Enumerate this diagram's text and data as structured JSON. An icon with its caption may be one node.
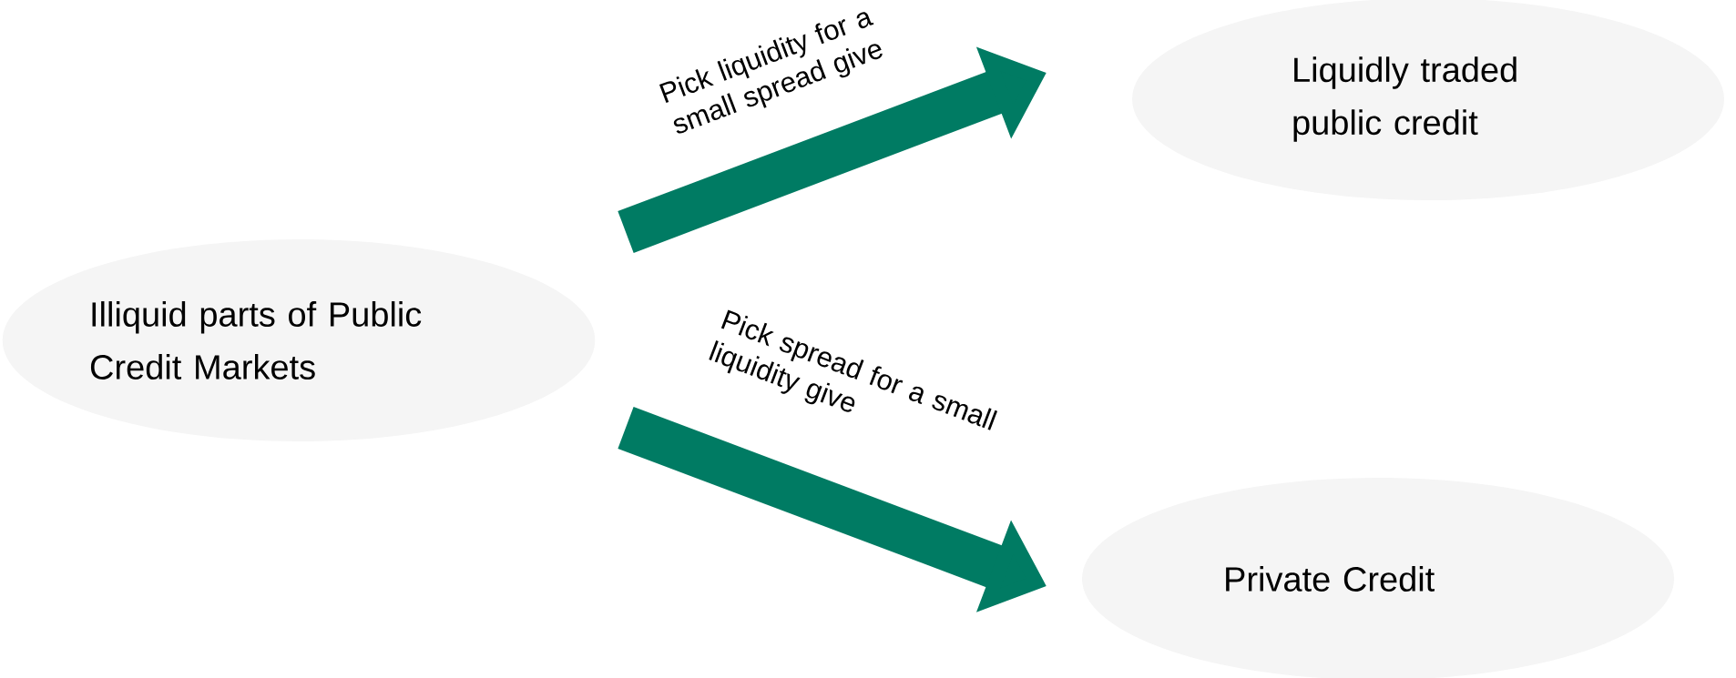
{
  "diagram": {
    "nodes": [
      {
        "text": [
          "Illiquid parts of Public Credit Markets"
        ]
      },
      {
        "text": [
          "Liquidly traded public credit"
        ]
      },
      {
        "text": [
          "Private Credit"
        ]
      }
    ],
    "edges": [
      {
        "from": 0,
        "to": 1,
        "arrow": "to",
        "label": "Pick liquidity for a small spread give"
      },
      {
        "from": 0,
        "to": 2,
        "arrow": "to",
        "label": "Pick spread for a small liquidity give"
      }
    ]
  }
}
